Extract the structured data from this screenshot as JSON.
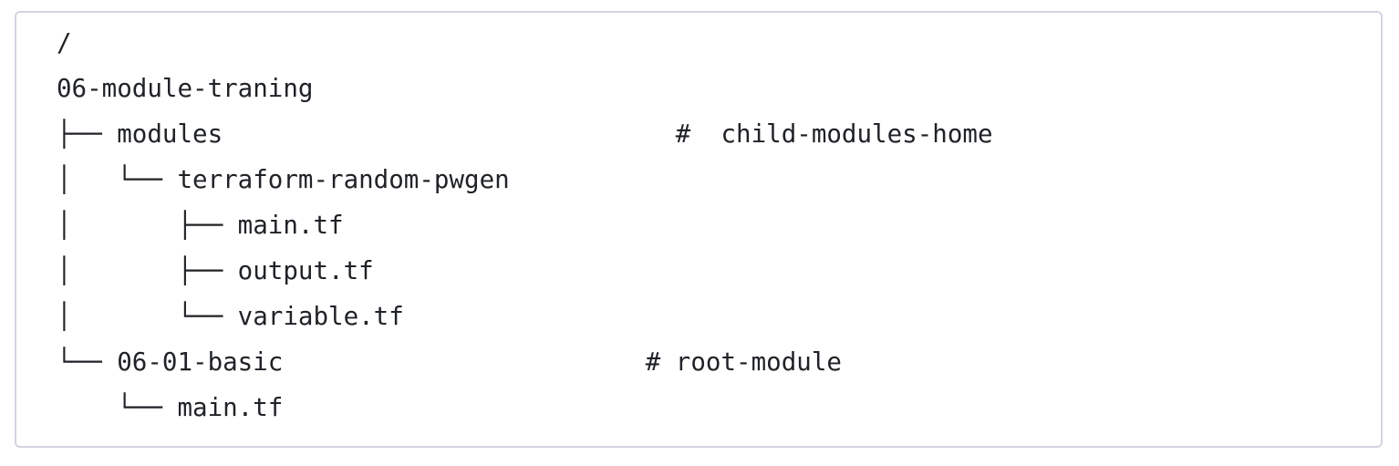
{
  "colors": {
    "background": "#ffffff",
    "panel_background": "#ffffff",
    "border": "#d8d1e2",
    "text": "#1f2226"
  },
  "code_block": {
    "language": "plain-text-directory-tree",
    "root_label": "/",
    "project_folder": "06-module-traning",
    "comments": [
      "child-modules-home",
      "root-module"
    ],
    "lines": [
      "/",
      "06-module-traning",
      "├── modules                              #  child-modules-home",
      "│   └── terraform-random-pwgen",
      "│       ├── main.tf",
      "│       ├── output.tf",
      "│       └── variable.tf",
      "└── 06-01-basic                        # root-module",
      "    └── main.tf"
    ]
  }
}
